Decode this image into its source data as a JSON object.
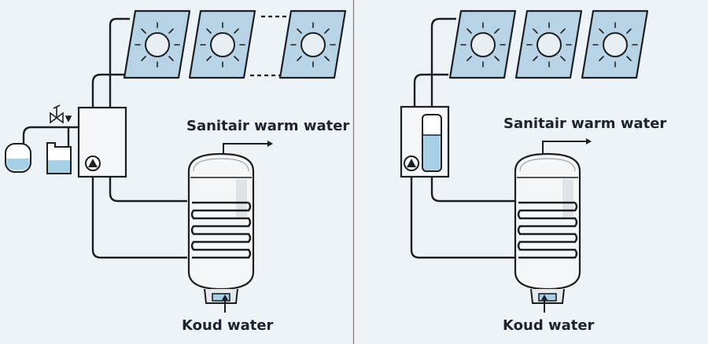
{
  "left_panel": {
    "hot_label": "Sanitair warm water",
    "cold_label": "Koud water"
  },
  "right_panel": {
    "hot_label": "Sanitair warm water",
    "cold_label": "Koud water"
  },
  "colors": {
    "background": "#eef3f7",
    "panel_fill": "#b9d3e6",
    "line": "#1b1f24",
    "water": "#a6d0e6",
    "tank_shade": "#dfe3e8"
  }
}
